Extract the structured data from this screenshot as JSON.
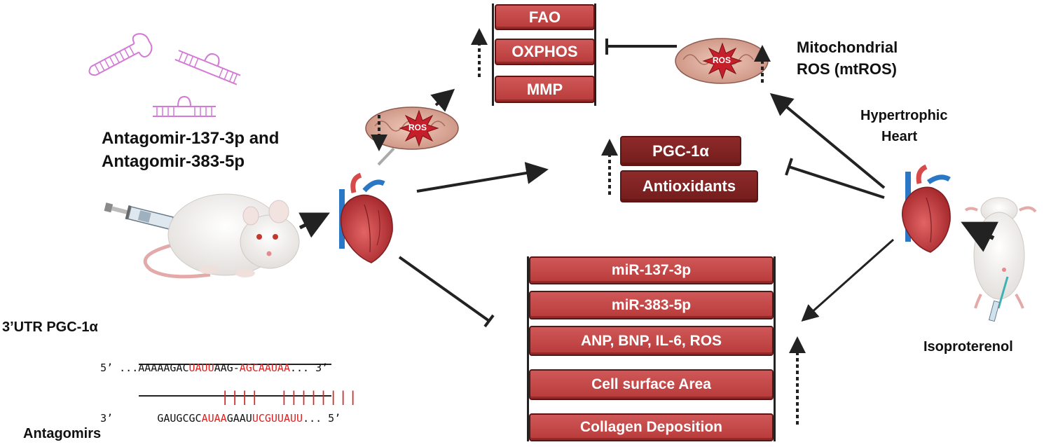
{
  "treatment": {
    "title_line1": "Antagomir-137-3p and",
    "title_line2": "Antagomir-383-5p"
  },
  "mito_labels": {
    "ros_left": "ROS",
    "ros_right": "ROS"
  },
  "mtros": {
    "line1": "Mitochondrial",
    "line2": "ROS (mtROS)"
  },
  "hypertrophic": {
    "line1": "Hypertrophic",
    "line2": "Heart"
  },
  "inducer": {
    "label": "Isoproterenol"
  },
  "top_boxes": [
    "FAO",
    "OXPHOS",
    "MMP"
  ],
  "mid_boxes": [
    "PGC-1α",
    "Antioxidants"
  ],
  "bottom_boxes": [
    "miR-137-3p",
    "miR-383-5p",
    "ANP, BNP, IL-6, ROS",
    "Cell surface Area",
    "Collagen Deposition"
  ],
  "sequence": {
    "title": "3’UTR  PGC-1α",
    "top_prefix": "5’ ...",
    "top_a": "AAAAAGAC",
    "top_b": "UAUU",
    "top_c": "AAG-",
    "top_d": "AGCAAUAA",
    "top_suffix": "... 3’",
    "pair_a": "||||",
    "pair_b": "||||||||",
    "bottom_prefix": "3’",
    "bottom_a": "GAUGCGC",
    "bottom_b": "AUAA",
    "bottom_c": "GAAU",
    "bottom_d": "UCGUUAUU",
    "bottom_suffix": "... 5’",
    "caption": "Antagomirs"
  },
  "colors": {
    "box_red": "#c94646",
    "box_dark": "#7d2020",
    "seq_red": "#e01f1f",
    "antagomir": "#d27ad6"
  }
}
